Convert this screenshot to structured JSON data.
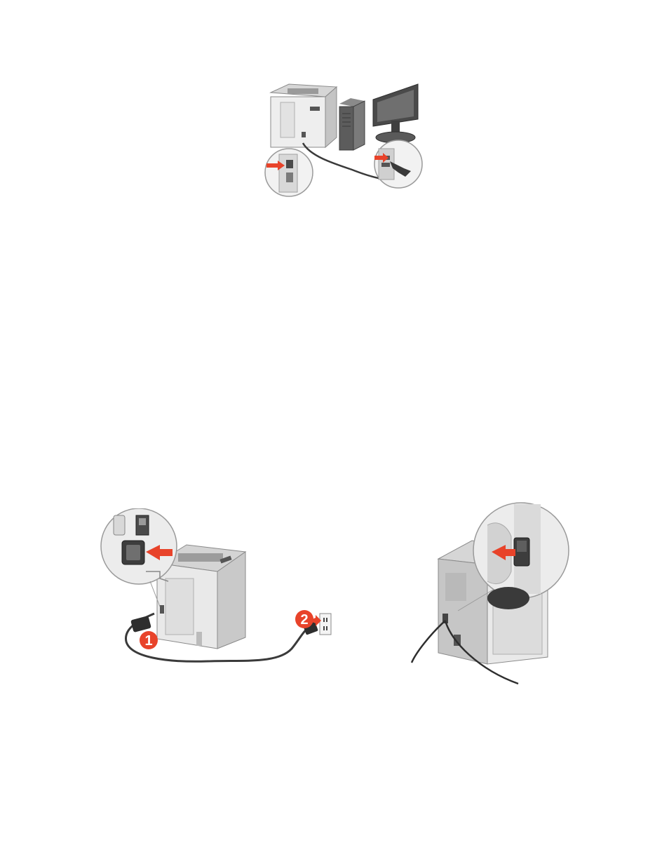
{
  "figures": [
    {
      "id": "usb-connection",
      "callouts": []
    },
    {
      "id": "power-cord-connection",
      "callouts": [
        "1",
        "2"
      ]
    },
    {
      "id": "power-switch",
      "callouts": []
    }
  ],
  "colors": {
    "accent_red": "#e8432a",
    "printer_body": "#e6e6e6",
    "printer_shadow": "#b5b5b5",
    "cable": "#3a3a3a",
    "computer": "#6b6b6b"
  },
  "icons": [
    "arrow-icon",
    "callout-badge-icon"
  ]
}
